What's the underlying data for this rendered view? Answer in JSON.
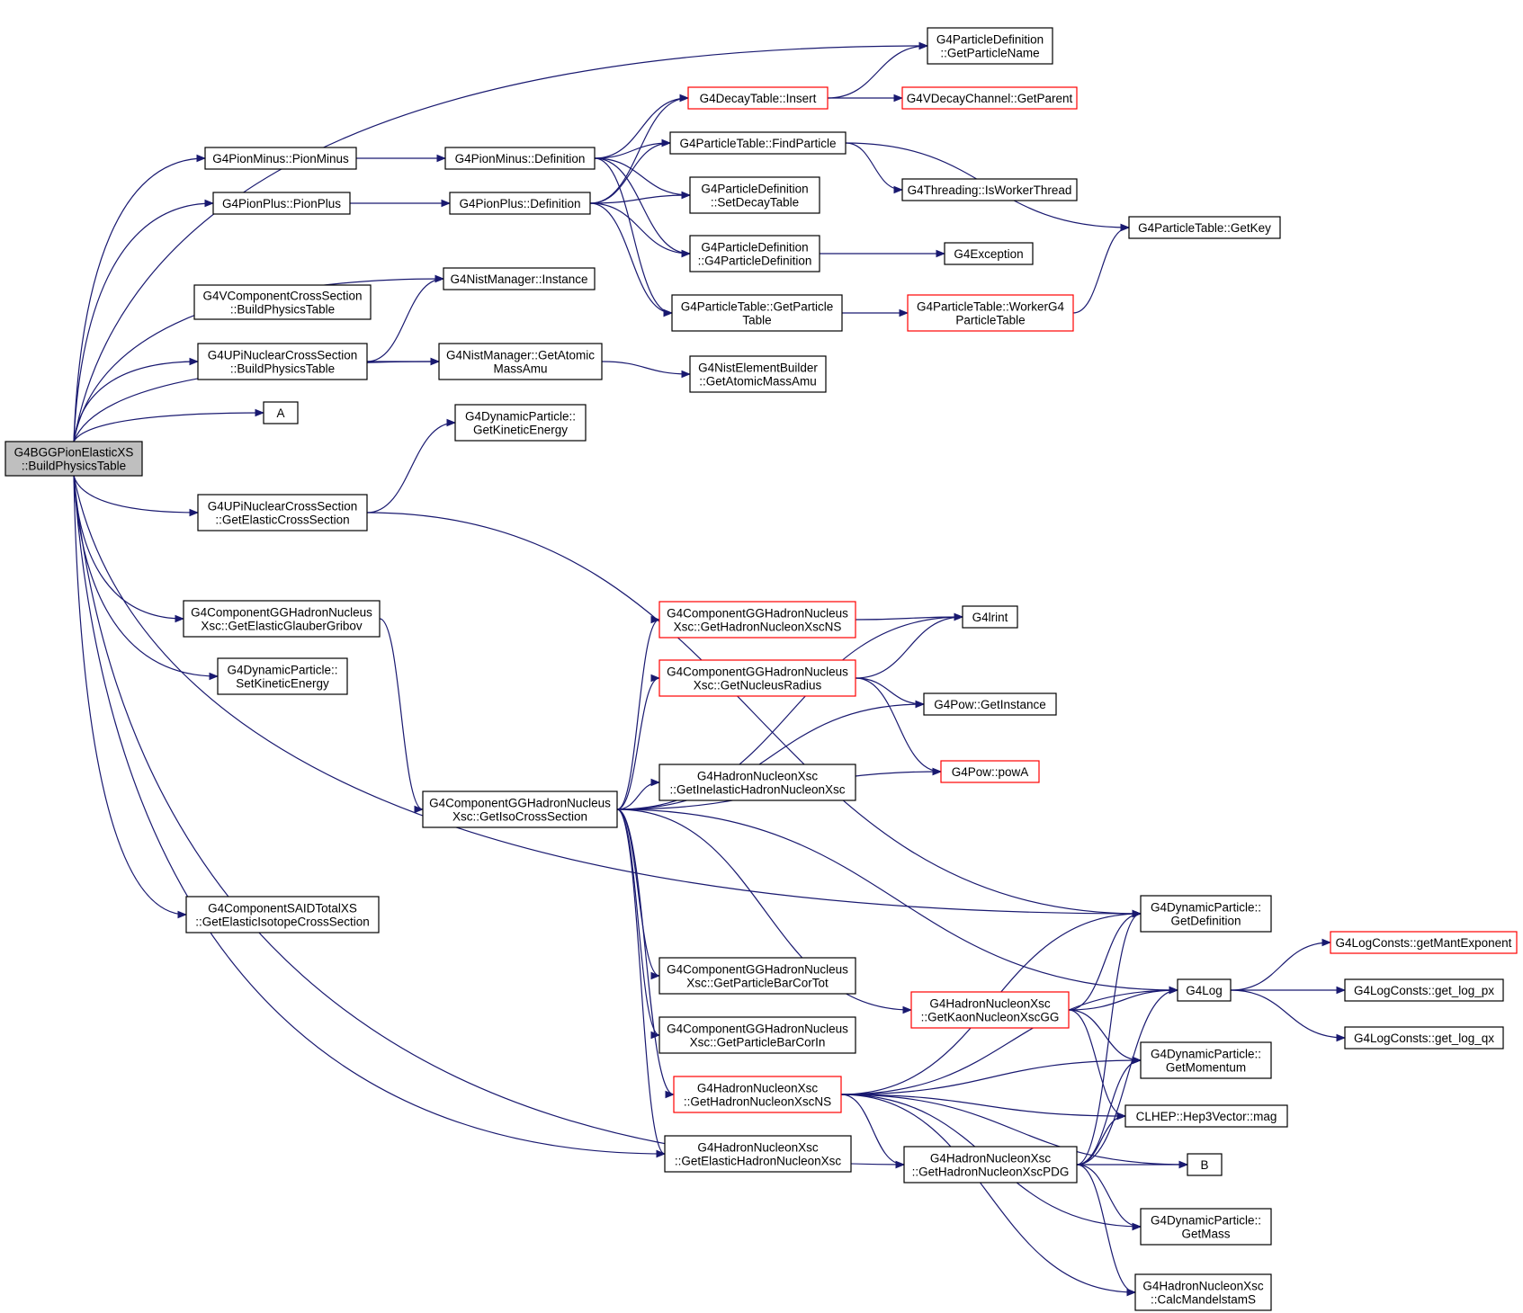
{
  "graph": {
    "edge_color": "#191970",
    "highlight_color": "#ff0000",
    "root_fill": "#bfbfbf",
    "nodes": [
      {
        "id": "root",
        "lines": [
          "G4BGGPionElasticXS",
          "::BuildPhysicsTable"
        ],
        "style": "root"
      },
      {
        "id": "pm_pm",
        "lines": [
          "G4PionMinus::PionMinus"
        ]
      },
      {
        "id": "pp_pp",
        "lines": [
          "G4PionPlus::PionPlus"
        ]
      },
      {
        "id": "vcomp",
        "lines": [
          "G4VComponentCrossSection",
          "::BuildPhysicsTable"
        ]
      },
      {
        "id": "upi_bpt",
        "lines": [
          "G4UPiNuclearCrossSection",
          "::BuildPhysicsTable"
        ]
      },
      {
        "id": "A",
        "lines": [
          "A"
        ]
      },
      {
        "id": "upi_gecs",
        "lines": [
          "G4UPiNuclearCrossSection",
          "::GetElasticCrossSection"
        ]
      },
      {
        "id": "ggh_egg",
        "lines": [
          "G4ComponentGGHadronNucleus",
          "Xsc::GetElasticGlauberGribov"
        ]
      },
      {
        "id": "dp_ske",
        "lines": [
          "G4DynamicParticle::",
          "SetKineticEnergy"
        ]
      },
      {
        "id": "said",
        "lines": [
          "G4ComponentSAIDTotalXS",
          "::GetElasticIsotopeCrossSection"
        ]
      },
      {
        "id": "pm_def",
        "lines": [
          "G4PionMinus::Definition"
        ]
      },
      {
        "id": "pp_def",
        "lines": [
          "G4PionPlus::Definition"
        ]
      },
      {
        "id": "nist_inst",
        "lines": [
          "G4NistManager::Instance"
        ]
      },
      {
        "id": "nist_gamu",
        "lines": [
          "G4NistManager::GetAtomic",
          "MassAmu"
        ]
      },
      {
        "id": "dp_gke",
        "lines": [
          "G4DynamicParticle::",
          "GetKineticEnergy"
        ]
      },
      {
        "id": "ggh_iso",
        "lines": [
          "G4ComponentGGHadronNucleus",
          "Xsc::GetIsoCrossSection"
        ]
      },
      {
        "id": "dt_ins",
        "lines": [
          "G4DecayTable::Insert"
        ],
        "style": "red"
      },
      {
        "id": "pt_find",
        "lines": [
          "G4ParticleTable::FindParticle"
        ]
      },
      {
        "id": "pd_sdt",
        "lines": [
          "G4ParticleDefinition",
          "::SetDecayTable"
        ]
      },
      {
        "id": "pd_ctor",
        "lines": [
          "G4ParticleDefinition",
          "::G4ParticleDefinition"
        ]
      },
      {
        "id": "pt_gpt",
        "lines": [
          "G4ParticleTable::GetParticle",
          "Table"
        ]
      },
      {
        "id": "neb_gamu",
        "lines": [
          "G4NistElementBuilder",
          "::GetAtomicMassAmu"
        ]
      },
      {
        "id": "ggh_nsx",
        "lines": [
          "G4ComponentGGHadronNucleus",
          "Xsc::GetHadronNucleonXscNS"
        ],
        "style": "red"
      },
      {
        "id": "ggh_rad",
        "lines": [
          "G4ComponentGGHadronNucleus",
          "Xsc::GetNucleusRadius"
        ],
        "style": "red"
      },
      {
        "id": "hnx_inel",
        "lines": [
          "G4HadronNucleonXsc",
          "::GetInelasticHadronNucleonXsc"
        ]
      },
      {
        "id": "ggh_tot",
        "lines": [
          "G4ComponentGGHadronNucleus",
          "Xsc::GetParticleBarCorTot"
        ]
      },
      {
        "id": "ggh_in",
        "lines": [
          "G4ComponentGGHadronNucleus",
          "Xsc::GetParticleBarCorIn"
        ]
      },
      {
        "id": "hnx_ns",
        "lines": [
          "G4HadronNucleonXsc",
          "::GetHadronNucleonXscNS"
        ],
        "style": "red"
      },
      {
        "id": "hnx_el",
        "lines": [
          "G4HadronNucleonXsc",
          "::GetElasticHadronNucleonXsc"
        ]
      },
      {
        "id": "pd_gpn",
        "lines": [
          "G4ParticleDefinition",
          "::GetParticleName"
        ]
      },
      {
        "id": "vdc_gp",
        "lines": [
          "G4VDecayChannel::GetParent"
        ],
        "style": "red"
      },
      {
        "id": "thr",
        "lines": [
          "G4Threading::IsWorkerThread"
        ]
      },
      {
        "id": "exc",
        "lines": [
          "G4Exception"
        ]
      },
      {
        "id": "pt_wg4",
        "lines": [
          "G4ParticleTable::WorkerG4",
          "ParticleTable"
        ],
        "style": "red"
      },
      {
        "id": "lrint",
        "lines": [
          "G4lrint"
        ]
      },
      {
        "id": "pow_gi",
        "lines": [
          "G4Pow::GetInstance"
        ]
      },
      {
        "id": "pow_a",
        "lines": [
          "G4Pow::powA"
        ],
        "style": "red"
      },
      {
        "id": "hnx_kgg",
        "lines": [
          "G4HadronNucleonXsc",
          "::GetKaonNucleonXscGG"
        ],
        "style": "red"
      },
      {
        "id": "hnx_pdg",
        "lines": [
          "G4HadronNucleonXsc",
          "::GetHadronNucleonXscPDG"
        ]
      },
      {
        "id": "pt_key",
        "lines": [
          "G4ParticleTable::GetKey"
        ]
      },
      {
        "id": "dp_gdef",
        "lines": [
          "G4DynamicParticle::",
          "GetDefinition"
        ]
      },
      {
        "id": "log",
        "lines": [
          "G4Log"
        ]
      },
      {
        "id": "dp_gmom",
        "lines": [
          "G4DynamicParticle::",
          "GetMomentum"
        ]
      },
      {
        "id": "clhep_mag",
        "lines": [
          "CLHEP::Hep3Vector::mag"
        ]
      },
      {
        "id": "B",
        "lines": [
          "B"
        ]
      },
      {
        "id": "dp_gmass",
        "lines": [
          "G4DynamicParticle::",
          "GetMass"
        ]
      },
      {
        "id": "hnx_cms",
        "lines": [
          "G4HadronNucleonXsc",
          "::CalcMandelstamS"
        ]
      },
      {
        "id": "lc_gme",
        "lines": [
          "G4LogConsts::getMantExponent"
        ],
        "style": "red"
      },
      {
        "id": "lc_px",
        "lines": [
          "G4LogConsts::get_log_px"
        ]
      },
      {
        "id": "lc_qx",
        "lines": [
          "G4LogConsts::get_log_qx"
        ]
      }
    ],
    "edges": [
      [
        "root",
        "pd_gpn"
      ],
      [
        "root",
        "pm_pm"
      ],
      [
        "root",
        "pp_pp"
      ],
      [
        "root",
        "nist_inst"
      ],
      [
        "root",
        "upi_bpt"
      ],
      [
        "root",
        "A"
      ],
      [
        "root",
        "nist_gamu"
      ],
      [
        "root",
        "upi_gecs"
      ],
      [
        "root",
        "dp_gdef"
      ],
      [
        "root",
        "ggh_egg"
      ],
      [
        "root",
        "dp_ske"
      ],
      [
        "root",
        "hnx_el"
      ],
      [
        "root",
        "said"
      ],
      [
        "root",
        "hnx_pdg"
      ],
      [
        "pm_pm",
        "pm_def"
      ],
      [
        "pp_pp",
        "pp_def"
      ],
      [
        "pm_def",
        "dt_ins"
      ],
      [
        "pm_def",
        "pt_find"
      ],
      [
        "pm_def",
        "pd_sdt"
      ],
      [
        "pm_def",
        "pd_ctor"
      ],
      [
        "pm_def",
        "pt_gpt"
      ],
      [
        "pp_def",
        "dt_ins"
      ],
      [
        "pp_def",
        "pt_find"
      ],
      [
        "pp_def",
        "pd_sdt"
      ],
      [
        "pp_def",
        "pd_ctor"
      ],
      [
        "pp_def",
        "pt_gpt"
      ],
      [
        "upi_bpt",
        "nist_inst"
      ],
      [
        "upi_bpt",
        "nist_gamu"
      ],
      [
        "nist_gamu",
        "neb_gamu"
      ],
      [
        "upi_gecs",
        "dp_gke"
      ],
      [
        "upi_gecs",
        "dp_gdef"
      ],
      [
        "ggh_egg",
        "ggh_iso"
      ],
      [
        "dt_ins",
        "pd_gpn"
      ],
      [
        "dt_ins",
        "vdc_gp"
      ],
      [
        "pt_find",
        "thr"
      ],
      [
        "pt_find",
        "pt_key"
      ],
      [
        "pd_ctor",
        "exc"
      ],
      [
        "pt_gpt",
        "pt_wg4"
      ],
      [
        "pt_wg4",
        "pt_key"
      ],
      [
        "ggh_iso",
        "lrint"
      ],
      [
        "ggh_iso",
        "ggh_nsx"
      ],
      [
        "ggh_iso",
        "ggh_rad"
      ],
      [
        "ggh_iso",
        "pow_gi"
      ],
      [
        "ggh_iso",
        "hnx_inel"
      ],
      [
        "ggh_iso",
        "pow_a"
      ],
      [
        "ggh_iso",
        "log"
      ],
      [
        "ggh_iso",
        "hnx_kgg"
      ],
      [
        "ggh_iso",
        "ggh_tot"
      ],
      [
        "ggh_iso",
        "ggh_in"
      ],
      [
        "ggh_iso",
        "hnx_ns"
      ],
      [
        "ggh_iso",
        "hnx_el"
      ],
      [
        "ggh_nsx",
        "lrint"
      ],
      [
        "ggh_rad",
        "lrint"
      ],
      [
        "ggh_rad",
        "pow_gi"
      ],
      [
        "ggh_rad",
        "pow_a"
      ],
      [
        "hnx_kgg",
        "dp_gdef"
      ],
      [
        "hnx_kgg",
        "log"
      ],
      [
        "hnx_kgg",
        "dp_gmom"
      ],
      [
        "hnx_kgg",
        "clhep_mag"
      ],
      [
        "hnx_ns",
        "dp_gdef"
      ],
      [
        "hnx_ns",
        "log"
      ],
      [
        "hnx_ns",
        "dp_gmom"
      ],
      [
        "hnx_ns",
        "clhep_mag"
      ],
      [
        "hnx_ns",
        "hnx_pdg"
      ],
      [
        "hnx_ns",
        "B"
      ],
      [
        "hnx_ns",
        "dp_gmass"
      ],
      [
        "hnx_ns",
        "hnx_cms"
      ],
      [
        "hnx_pdg",
        "dp_gdef"
      ],
      [
        "hnx_pdg",
        "log"
      ],
      [
        "hnx_pdg",
        "dp_gmom"
      ],
      [
        "hnx_pdg",
        "clhep_mag"
      ],
      [
        "hnx_pdg",
        "B"
      ],
      [
        "hnx_pdg",
        "dp_gmass"
      ],
      [
        "hnx_pdg",
        "hnx_cms"
      ],
      [
        "log",
        "lc_gme"
      ],
      [
        "log",
        "lc_px"
      ],
      [
        "log",
        "lc_qx"
      ]
    ]
  }
}
